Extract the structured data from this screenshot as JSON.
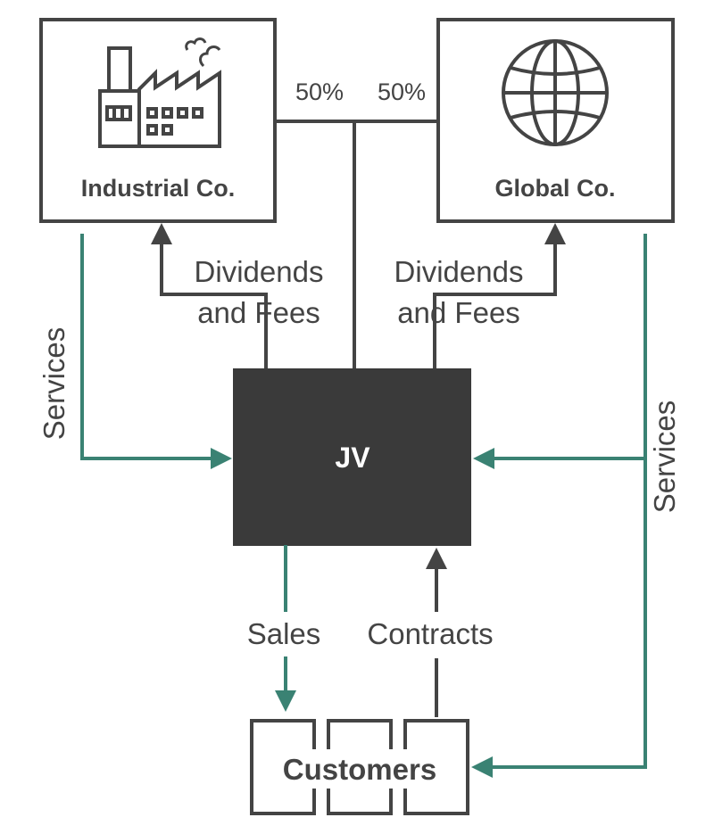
{
  "entities": {
    "industrial": {
      "label": "Industrial Co.",
      "icon": "factory-icon"
    },
    "global": {
      "label": "Global Co.",
      "icon": "globe-icon"
    },
    "jv": {
      "label": "JV"
    },
    "customers": {
      "label": "Customers"
    }
  },
  "ownership": {
    "left_share": "50%",
    "right_share": "50%"
  },
  "flows": {
    "dividends_left_line1": "Dividends",
    "dividends_left_line2": "and Fees",
    "dividends_right_line1": "Dividends",
    "dividends_right_line2": "and Fees",
    "services_left": "Services",
    "services_right": "Services",
    "sales": "Sales",
    "contracts": "Contracts"
  },
  "colors": {
    "dark": "#444444",
    "green": "#3a8273",
    "jv_fill": "#3a3a3a",
    "white": "#ffffff"
  }
}
